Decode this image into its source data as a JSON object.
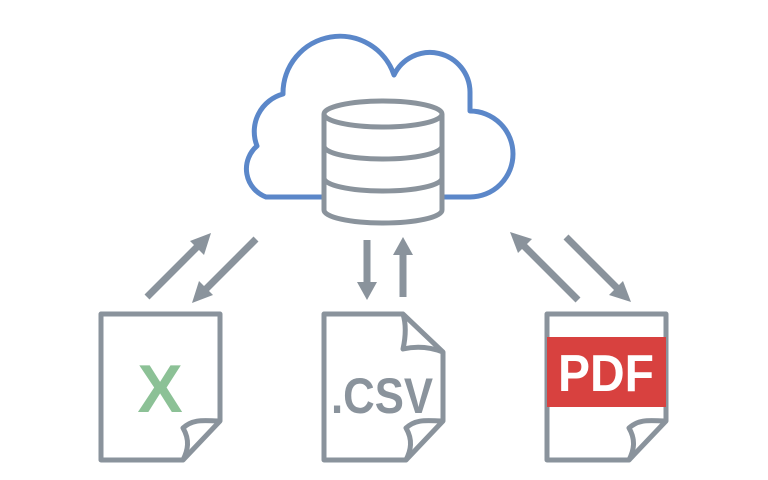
{
  "colors": {
    "cloud": "#5b87c9",
    "gray": "#8a939c",
    "excel": "#8cc196",
    "pdf_bg": "#d8413f",
    "pdf_text": "#ffffff"
  },
  "files": {
    "excel": {
      "glyph": "X",
      "icon": "excel-file-icon"
    },
    "csv": {
      "label": ".CSV",
      "icon": "csv-file-icon"
    },
    "pdf": {
      "label": "PDF",
      "icon": "pdf-file-icon"
    }
  },
  "icons": [
    "cloud-icon",
    "database-icon",
    "arrow-icon"
  ]
}
